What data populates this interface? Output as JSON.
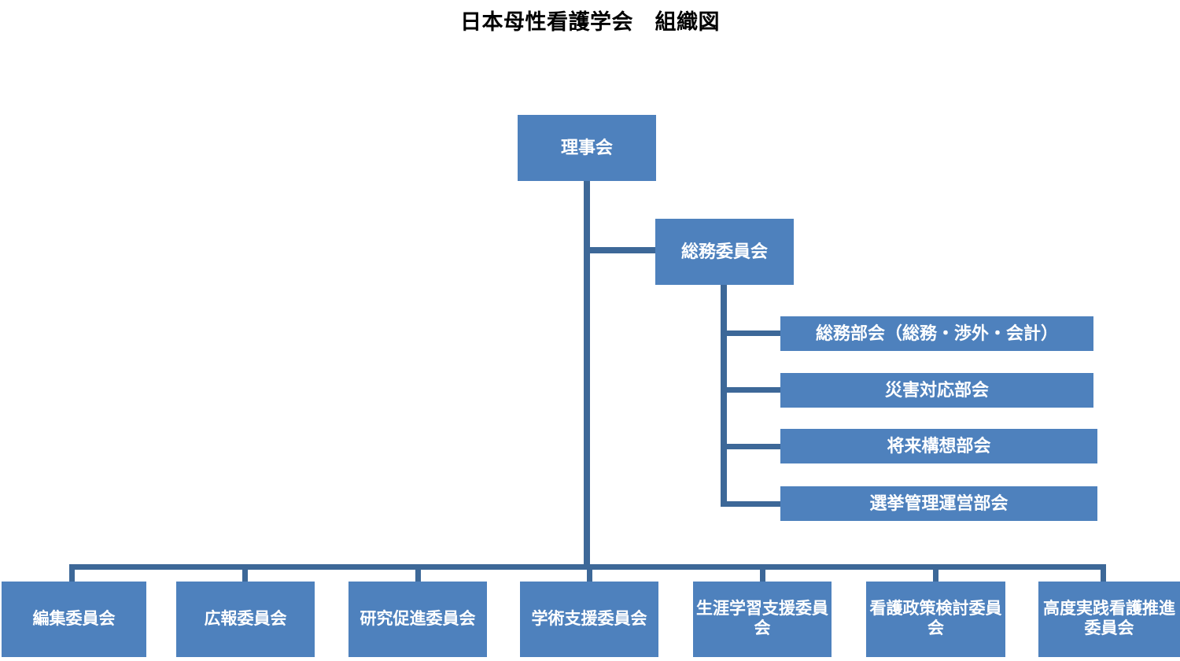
{
  "title": "日本母性看護学会　組織図",
  "colors": {
    "node_fill": "#4e81bd",
    "node_text": "#ffffff",
    "connector": "#3d6898",
    "background": "#ffffff",
    "title_text": "#000000"
  },
  "root": {
    "label": "理事会"
  },
  "committee": {
    "label": "総務委員会"
  },
  "subsections": [
    {
      "label": "総務部会（総務・渉外・会計）"
    },
    {
      "label": "災害対応部会"
    },
    {
      "label": "将来構想部会"
    },
    {
      "label": "選挙管理運営部会"
    }
  ],
  "leaf_committees": [
    {
      "label": "編集委員会"
    },
    {
      "label": "広報委員会"
    },
    {
      "label": "研究促進委員会"
    },
    {
      "label": "学術支援委員会"
    },
    {
      "label": "生涯学習支援委員会"
    },
    {
      "label": "看護政策検討委員会"
    },
    {
      "label": "高度実践看護推進委員会"
    }
  ]
}
